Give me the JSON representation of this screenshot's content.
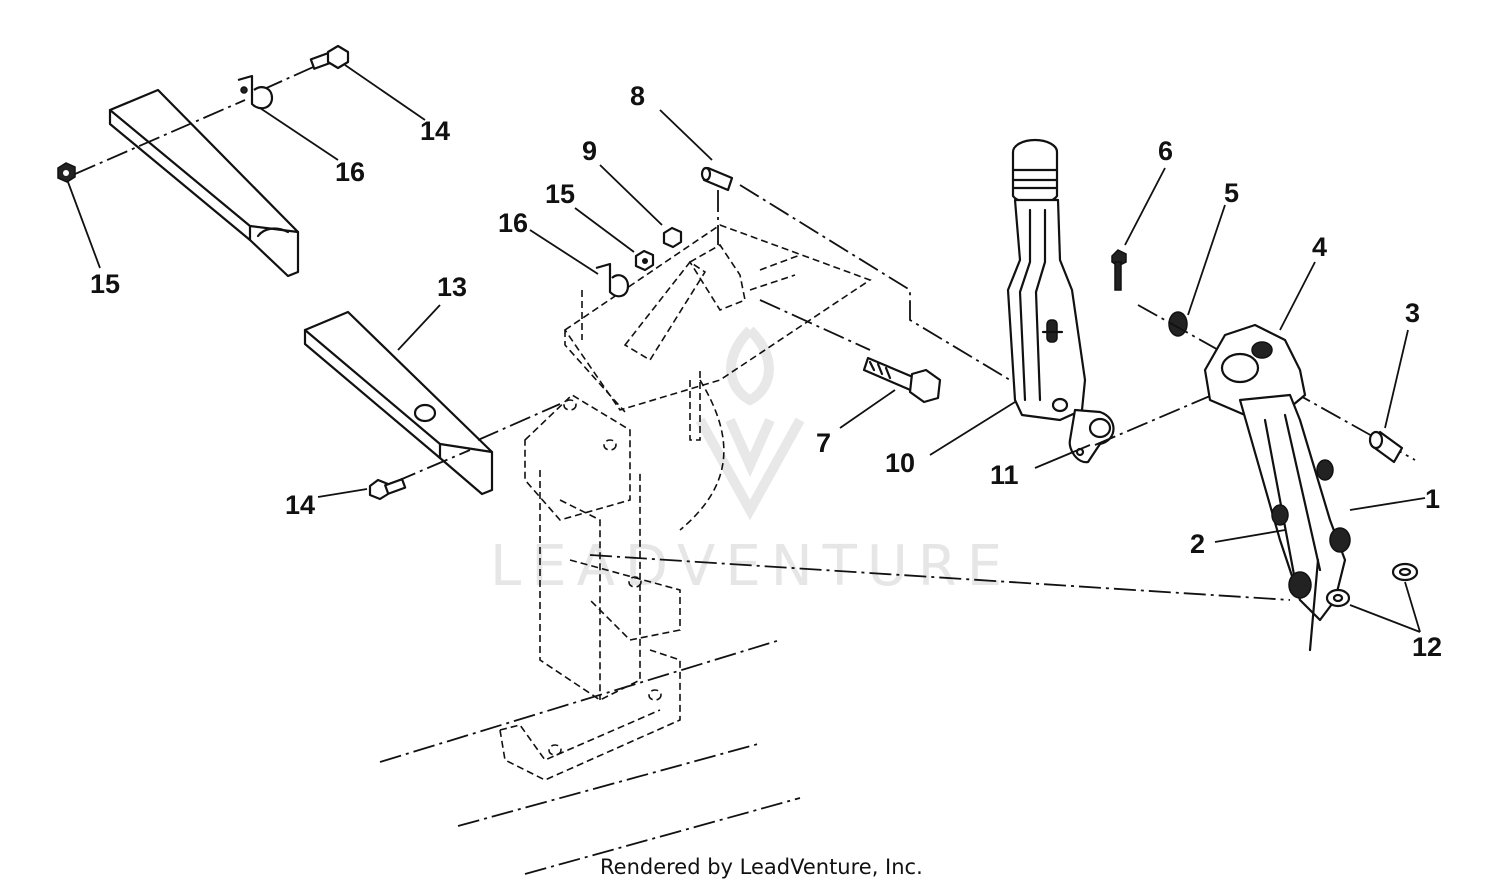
{
  "watermark": "LEADVENTURE",
  "footer": {
    "credit": "Rendered by LeadVenture, Inc."
  },
  "callouts": [
    {
      "id": "callout-1",
      "text": "1"
    },
    {
      "id": "callout-2",
      "text": "2"
    },
    {
      "id": "callout-3",
      "text": "3"
    },
    {
      "id": "callout-4",
      "text": "4"
    },
    {
      "id": "callout-5",
      "text": "5"
    },
    {
      "id": "callout-6",
      "text": "6"
    },
    {
      "id": "callout-7",
      "text": "7"
    },
    {
      "id": "callout-8",
      "text": "8"
    },
    {
      "id": "callout-9",
      "text": "9"
    },
    {
      "id": "callout-10",
      "text": "10"
    },
    {
      "id": "callout-11",
      "text": "11"
    },
    {
      "id": "callout-12",
      "text": "12"
    },
    {
      "id": "callout-13",
      "text": "13"
    },
    {
      "id": "callout-14a",
      "text": "14"
    },
    {
      "id": "callout-14b",
      "text": "14"
    },
    {
      "id": "callout-15a",
      "text": "15"
    },
    {
      "id": "callout-15b",
      "text": "15"
    },
    {
      "id": "callout-16a",
      "text": "16"
    },
    {
      "id": "callout-16b",
      "text": "16"
    }
  ]
}
